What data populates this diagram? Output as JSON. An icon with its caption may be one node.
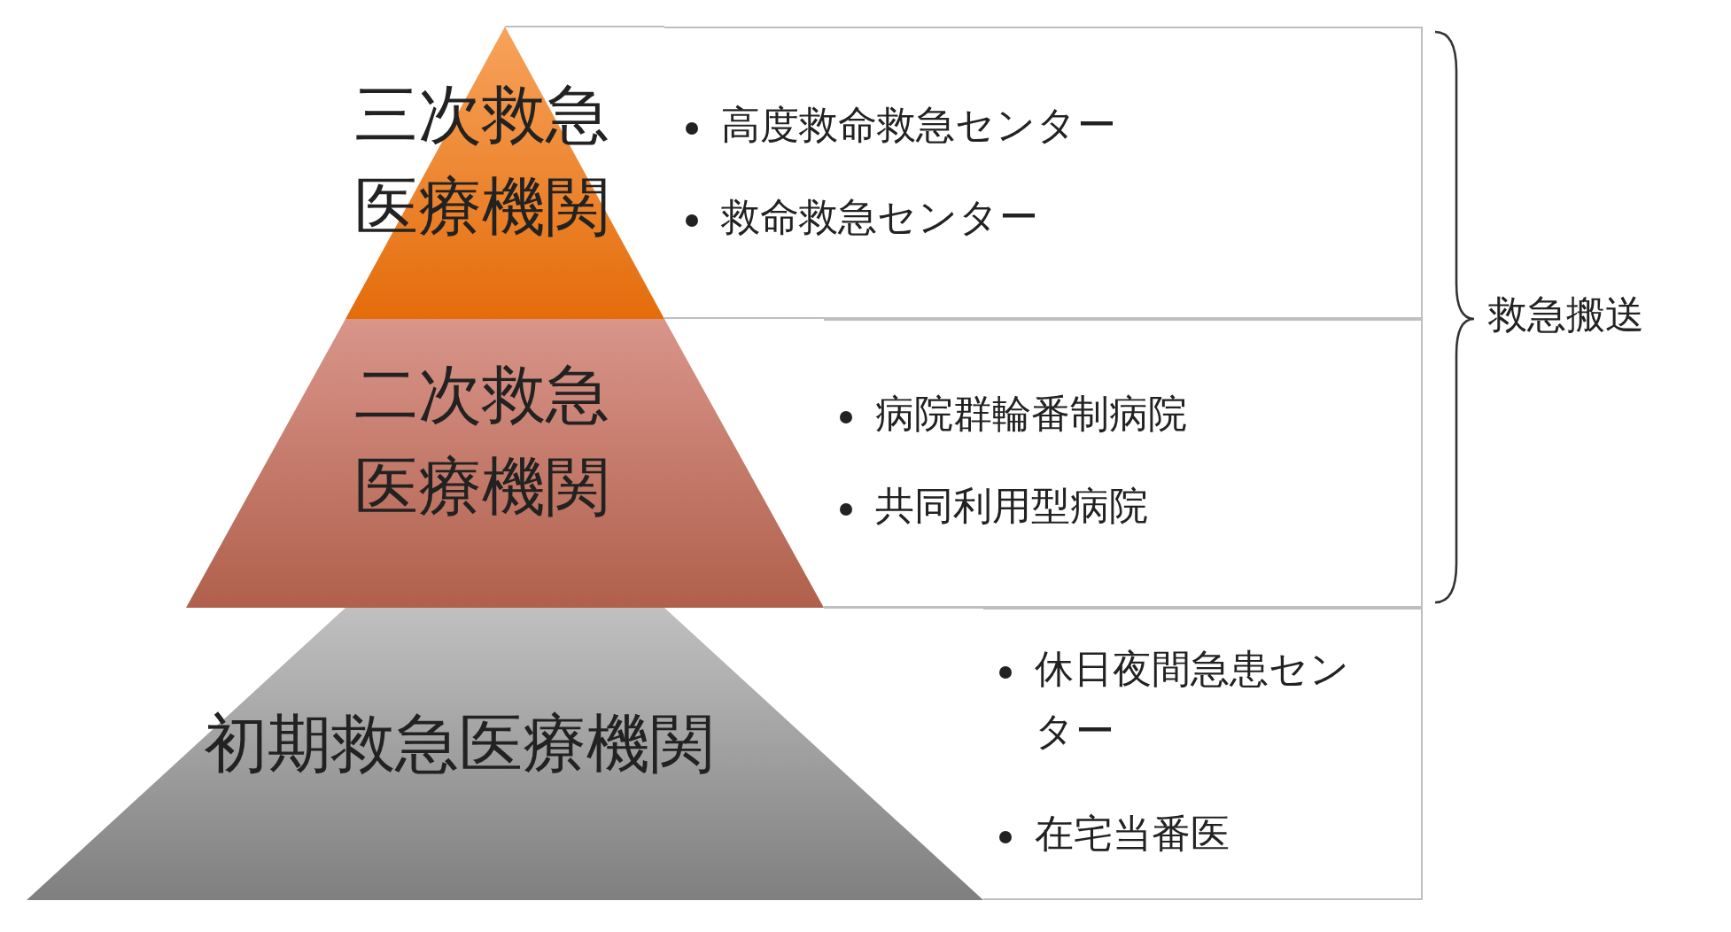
{
  "diagram": {
    "nodes": [
      {
        "text": [
          "三次救急医療機関"
        ]
      },
      {
        "text": [
          "二次救急医療機関"
        ]
      },
      {
        "text": [
          "初期救急医療機関"
        ]
      },
      {
        "text": [
          "高度救命救急センター",
          "救命救急センター"
        ]
      },
      {
        "text": [
          "病院群輪番制病院",
          "共同利用型病院"
        ]
      },
      {
        "text": [
          "休日夜間急患センター",
          "在宅当番医"
        ]
      }
    ],
    "edges": [],
    "labels": [
      "救急搬送"
    ]
  }
}
